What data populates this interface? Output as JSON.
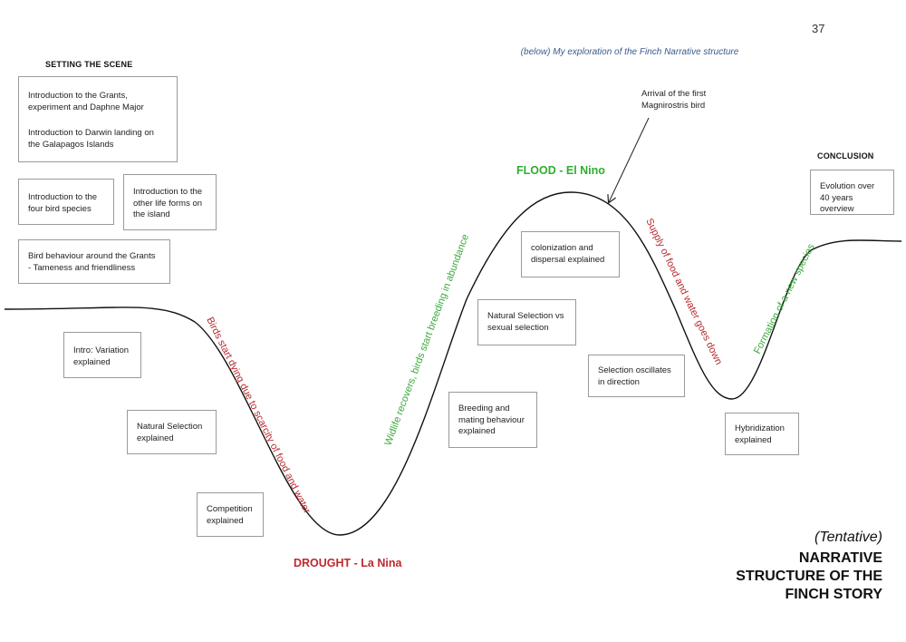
{
  "page_number": "37",
  "subtitle": "(below) My exploration of the Finch Narrative structure",
  "setting_scene": {
    "heading": "SETTING THE SCENE",
    "intro_grants": "Introduction to the Grants, experiment and Daphne Major",
    "intro_darwin": "Introduction to Darwin landing on the Galapagos Islands",
    "four_species": "Introduction to the four bird species",
    "other_life": "Introduction to the other life forms on the island",
    "bird_behaviour": "Bird behaviour around the Grants - Tameness and friendliness"
  },
  "boxes": {
    "variation": "Intro: Variation explained",
    "natural_selection": "Natural Selection explained",
    "competition": "Competition explained",
    "breeding": "Breeding and mating behaviour explained",
    "ns_vs_sexual": "Natural Selection vs sexual selection",
    "colonization": "colonization and dispersal explained",
    "oscillates": "Selection oscillates in direction",
    "hybridization": "Hybridization explained",
    "evolution": "Evolution over 40 years overview"
  },
  "conclusion_heading": "CONCLUSION",
  "phases": {
    "flood": "FLOOD - El Nino",
    "drought": "DROUGHT - La Nina"
  },
  "arrow_label": "Arrival of the first Magnirostris bird",
  "curve_labels": {
    "dying": "Birds start dying due to scarcity of food and water",
    "recovers": "Widlife recovers, birds start breeding in abundance",
    "supply": "Supply of food and water goes down",
    "new_species": "Formation of a new species"
  },
  "title": {
    "tentative": "(Tentative)",
    "line1": "NARRATIVE",
    "line2": "STRUCTURE OF THE",
    "line3": "FINCH STORY"
  },
  "colors": {
    "flood_green": "#2eae2e",
    "drought_red": "#c0282e",
    "subtitle_blue": "#3a5a8c"
  }
}
